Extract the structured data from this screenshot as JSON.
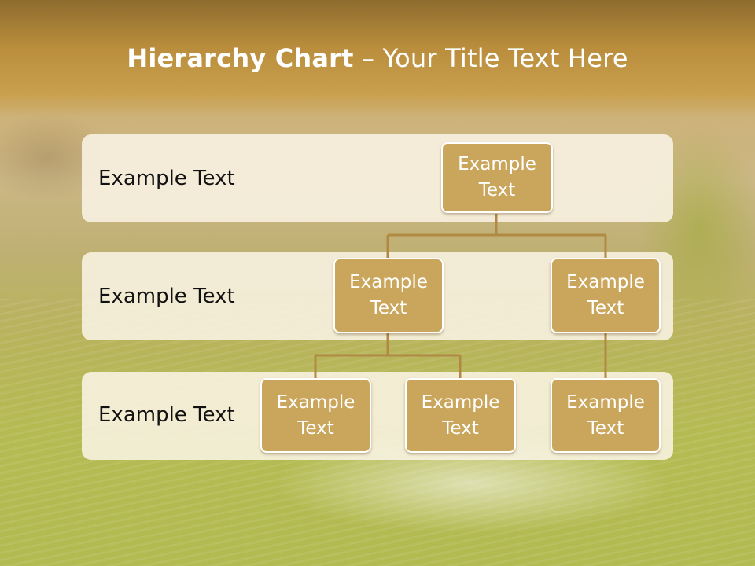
{
  "title": {
    "bold": "Hierarchy Chart",
    "separator": " – ",
    "rest": "Your Title Text Here"
  },
  "bands": [
    {
      "label": "Example Text"
    },
    {
      "label": "Example Text"
    },
    {
      "label": "Example Text"
    }
  ],
  "nodes": {
    "root": {
      "line1": "Example",
      "line2": "Text"
    },
    "level2_left": {
      "line1": "Example",
      "line2": "Text"
    },
    "level2_right": {
      "line1": "Example",
      "line2": "Text"
    },
    "level3_a": {
      "line1": "Example",
      "line2": "Text"
    },
    "level3_b": {
      "line1": "Example",
      "line2": "Text"
    },
    "level3_c": {
      "line1": "Example",
      "line2": "Text"
    }
  },
  "colors": {
    "node_fill": "#caa65c",
    "node_border": "#ffffff",
    "connector": "#b08a45",
    "band": "#faf4e6"
  }
}
